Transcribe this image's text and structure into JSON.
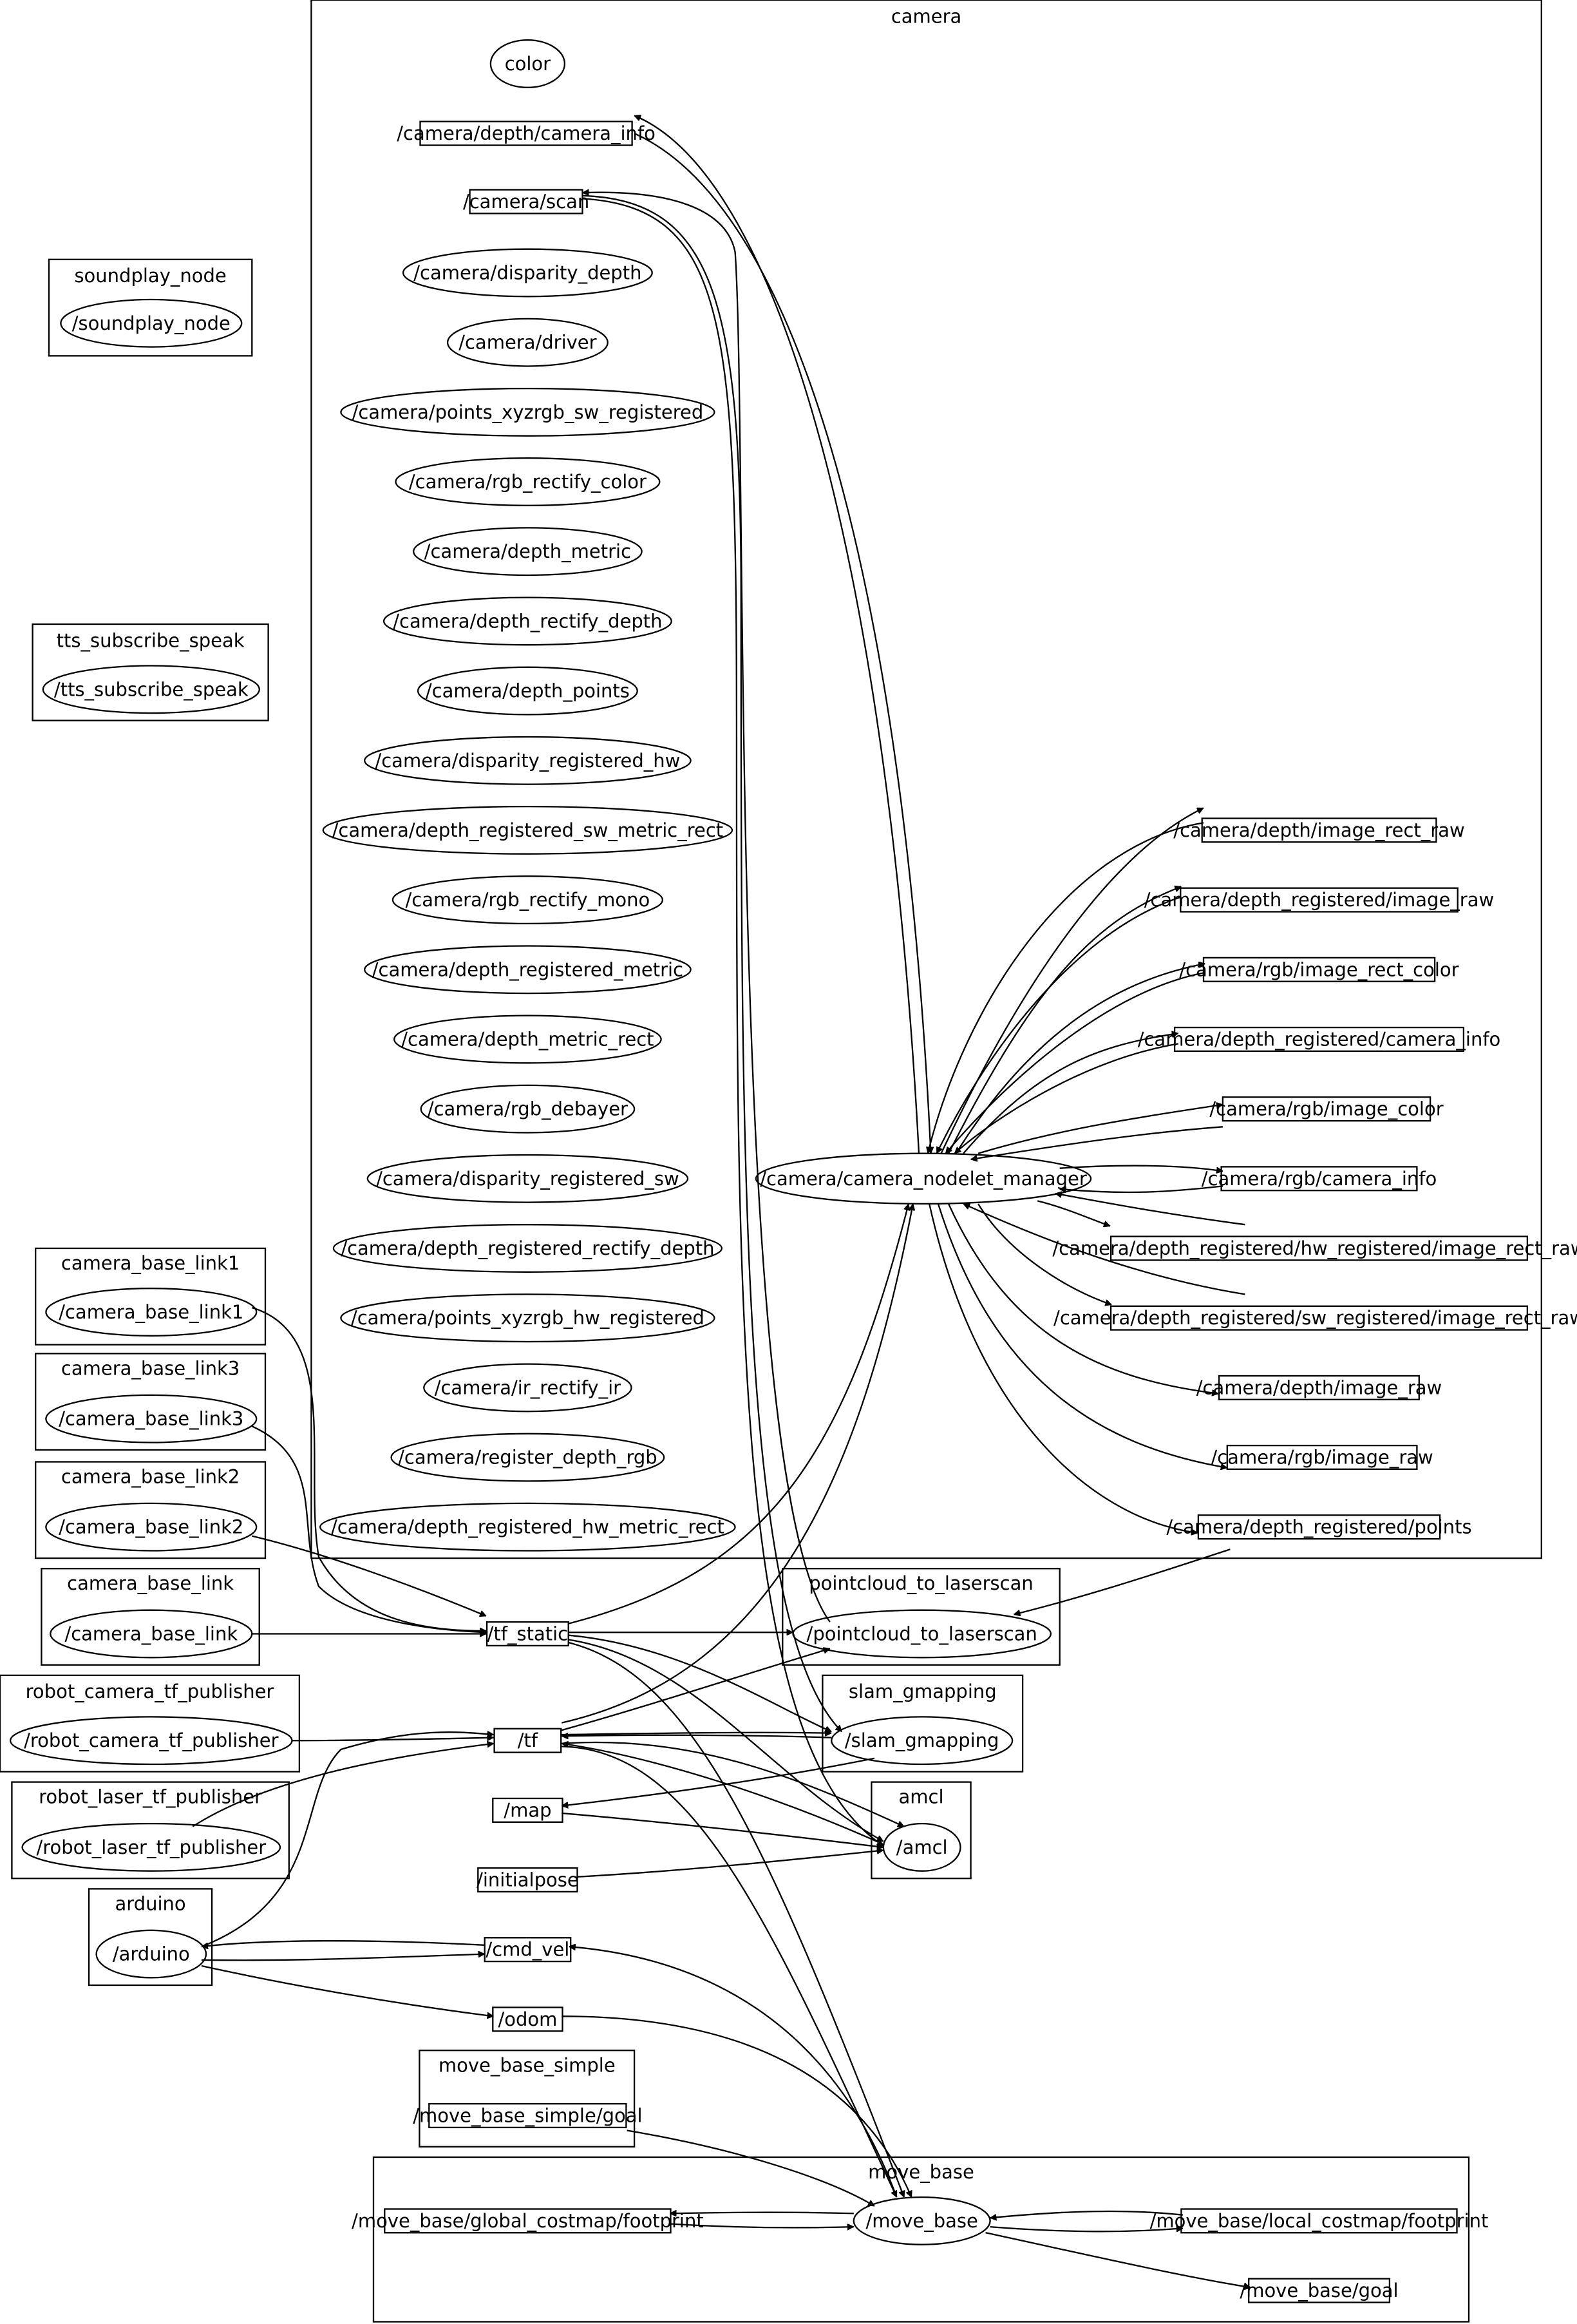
{
  "clusters": [
    {
      "id": "camera",
      "label": "camera"
    },
    {
      "id": "soundplay_node",
      "label": "soundplay_node"
    },
    {
      "id": "tts_subscribe_speak",
      "label": "tts_subscribe_speak"
    },
    {
      "id": "camera_base_link1",
      "label": "camera_base_link1"
    },
    {
      "id": "camera_base_link3",
      "label": "camera_base_link3"
    },
    {
      "id": "camera_base_link2",
      "label": "camera_base_link2"
    },
    {
      "id": "camera_base_link",
      "label": "camera_base_link"
    },
    {
      "id": "robot_camera_tf_publisher",
      "label": "robot_camera_tf_publisher"
    },
    {
      "id": "robot_laser_tf_publisher",
      "label": "robot_laser_tf_publisher"
    },
    {
      "id": "arduino",
      "label": "arduino"
    },
    {
      "id": "pointcloud_to_laserscan",
      "label": "pointcloud_to_laserscan"
    },
    {
      "id": "slam_gmapping",
      "label": "slam_gmapping"
    },
    {
      "id": "amcl",
      "label": "amcl"
    },
    {
      "id": "move_base_simple",
      "label": "move_base_simple"
    },
    {
      "id": "move_base",
      "label": "move_base"
    }
  ],
  "nodes": [
    {
      "id": "color",
      "label": "color",
      "kind": "node"
    },
    {
      "id": "depth_camera_info",
      "label": "/camera/depth/camera_info",
      "kind": "topic"
    },
    {
      "id": "camera_scan",
      "label": "/camera/scan",
      "kind": "topic"
    },
    {
      "id": "disparity_depth",
      "label": "/camera/disparity_depth",
      "kind": "node"
    },
    {
      "id": "camera_driver",
      "label": "/camera/driver",
      "kind": "node"
    },
    {
      "id": "points_xyzrgb_sw_registered",
      "label": "/camera/points_xyzrgb_sw_registered",
      "kind": "node"
    },
    {
      "id": "rgb_rectify_color",
      "label": "/camera/rgb_rectify_color",
      "kind": "node"
    },
    {
      "id": "depth_metric",
      "label": "/camera/depth_metric",
      "kind": "node"
    },
    {
      "id": "depth_rectify_depth",
      "label": "/camera/depth_rectify_depth",
      "kind": "node"
    },
    {
      "id": "depth_points",
      "label": "/camera/depth_points",
      "kind": "node"
    },
    {
      "id": "disparity_registered_hw",
      "label": "/camera/disparity_registered_hw",
      "kind": "node"
    },
    {
      "id": "depth_registered_sw_metric_rect",
      "label": "/camera/depth_registered_sw_metric_rect",
      "kind": "node"
    },
    {
      "id": "rgb_rectify_mono",
      "label": "/camera/rgb_rectify_mono",
      "kind": "node"
    },
    {
      "id": "depth_registered_metric",
      "label": "/camera/depth_registered_metric",
      "kind": "node"
    },
    {
      "id": "depth_metric_rect",
      "label": "/camera/depth_metric_rect",
      "kind": "node"
    },
    {
      "id": "rgb_debayer",
      "label": "/camera/rgb_debayer",
      "kind": "node"
    },
    {
      "id": "disparity_registered_sw",
      "label": "/camera/disparity_registered_sw",
      "kind": "node"
    },
    {
      "id": "depth_registered_rectify_depth",
      "label": "/camera/depth_registered_rectify_depth",
      "kind": "node"
    },
    {
      "id": "points_xyzrgb_hw_registered",
      "label": "/camera/points_xyzrgb_hw_registered",
      "kind": "node"
    },
    {
      "id": "ir_rectify_ir",
      "label": "/camera/ir_rectify_ir",
      "kind": "node"
    },
    {
      "id": "register_depth_rgb",
      "label": "/camera/register_depth_rgb",
      "kind": "node"
    },
    {
      "id": "depth_registered_hw_metric_rect",
      "label": "/camera/depth_registered_hw_metric_rect",
      "kind": "node"
    },
    {
      "id": "camera_nodelet_manager",
      "label": "/camera/camera_nodelet_manager",
      "kind": "node"
    },
    {
      "id": "depth_image_rect_raw",
      "label": "/camera/depth/image_rect_raw",
      "kind": "topic"
    },
    {
      "id": "depth_registered_image_raw",
      "label": "/camera/depth_registered/image_raw",
      "kind": "topic"
    },
    {
      "id": "rgb_image_rect_color",
      "label": "/camera/rgb/image_rect_color",
      "kind": "topic"
    },
    {
      "id": "depth_registered_camera_info",
      "label": "/camera/depth_registered/camera_info",
      "kind": "topic"
    },
    {
      "id": "rgb_image_color",
      "label": "/camera/rgb/image_color",
      "kind": "topic"
    },
    {
      "id": "rgb_camera_info",
      "label": "/camera/rgb/camera_info",
      "kind": "topic"
    },
    {
      "id": "hw_registered_image_rect_raw",
      "label": "/camera/depth_registered/hw_registered/image_rect_raw",
      "kind": "topic"
    },
    {
      "id": "sw_registered_image_rect_raw",
      "label": "/camera/depth_registered/sw_registered/image_rect_raw",
      "kind": "topic"
    },
    {
      "id": "depth_image_raw",
      "label": "/camera/depth/image_raw",
      "kind": "topic"
    },
    {
      "id": "rgb_image_raw",
      "label": "/camera/rgb/image_raw",
      "kind": "topic"
    },
    {
      "id": "depth_registered_points",
      "label": "/camera/depth_registered/points",
      "kind": "topic"
    },
    {
      "id": "soundplay_node",
      "label": "/soundplay_node",
      "kind": "node"
    },
    {
      "id": "tts_subscribe_speak",
      "label": "/tts_subscribe_speak",
      "kind": "node"
    },
    {
      "id": "camera_base_link1",
      "label": "/camera_base_link1",
      "kind": "node"
    },
    {
      "id": "camera_base_link3",
      "label": "/camera_base_link3",
      "kind": "node"
    },
    {
      "id": "camera_base_link2",
      "label": "/camera_base_link2",
      "kind": "node"
    },
    {
      "id": "camera_base_link",
      "label": "/camera_base_link",
      "kind": "node"
    },
    {
      "id": "robot_camera_tf_publisher",
      "label": "/robot_camera_tf_publisher",
      "kind": "node"
    },
    {
      "id": "robot_laser_tf_publisher",
      "label": "/robot_laser_tf_publisher",
      "kind": "node"
    },
    {
      "id": "arduino",
      "label": "/arduino",
      "kind": "node"
    },
    {
      "id": "tf_static",
      "label": "/tf_static",
      "kind": "topic"
    },
    {
      "id": "tf",
      "label": "/tf",
      "kind": "topic"
    },
    {
      "id": "map",
      "label": "/map",
      "kind": "topic"
    },
    {
      "id": "initialpose",
      "label": "/initialpose",
      "kind": "topic"
    },
    {
      "id": "cmd_vel",
      "label": "/cmd_vel",
      "kind": "topic"
    },
    {
      "id": "odom",
      "label": "/odom",
      "kind": "topic"
    },
    {
      "id": "pointcloud_to_laserscan",
      "label": "/pointcloud_to_laserscan",
      "kind": "node"
    },
    {
      "id": "slam_gmapping",
      "label": "/slam_gmapping",
      "kind": "node"
    },
    {
      "id": "amcl",
      "label": "/amcl",
      "kind": "node"
    },
    {
      "id": "move_base_simple_goal",
      "label": "/move_base_simple/goal",
      "kind": "topic"
    },
    {
      "id": "move_base",
      "label": "/move_base",
      "kind": "node"
    },
    {
      "id": "global_costmap_footprint",
      "label": "/move_base/global_costmap/footprint",
      "kind": "topic"
    },
    {
      "id": "local_costmap_footprint",
      "label": "/move_base/local_costmap/footprint",
      "kind": "topic"
    },
    {
      "id": "move_base_goal",
      "label": "/move_base/goal",
      "kind": "topic"
    }
  ],
  "edges": [
    {
      "from": "camera_nodelet_manager",
      "to": "depth_camera_info"
    },
    {
      "from": "depth_camera_info",
      "to": "camera_nodelet_manager"
    },
    {
      "from": "pointcloud_to_laserscan",
      "to": "camera_scan"
    },
    {
      "from": "camera_scan",
      "to": "slam_gmapping"
    },
    {
      "from": "camera_scan",
      "to": "amcl"
    },
    {
      "from": "camera_nodelet_manager",
      "to": "depth_image_rect_raw"
    },
    {
      "from": "depth_image_rect_raw",
      "to": "camera_nodelet_manager"
    },
    {
      "from": "camera_nodelet_manager",
      "to": "depth_registered_image_raw"
    },
    {
      "from": "depth_registered_image_raw",
      "to": "camera_nodelet_manager"
    },
    {
      "from": "camera_nodelet_manager",
      "to": "rgb_image_rect_color"
    },
    {
      "from": "rgb_image_rect_color",
      "to": "camera_nodelet_manager"
    },
    {
      "from": "camera_nodelet_manager",
      "to": "depth_registered_camera_info"
    },
    {
      "from": "depth_registered_camera_info",
      "to": "camera_nodelet_manager"
    },
    {
      "from": "camera_nodelet_manager",
      "to": "rgb_image_color"
    },
    {
      "from": "rgb_image_color",
      "to": "camera_nodelet_manager"
    },
    {
      "from": "camera_nodelet_manager",
      "to": "rgb_camera_info"
    },
    {
      "from": "rgb_camera_info",
      "to": "camera_nodelet_manager"
    },
    {
      "from": "camera_nodelet_manager",
      "to": "hw_registered_image_rect_raw"
    },
    {
      "from": "hw_registered_image_rect_raw",
      "to": "camera_nodelet_manager"
    },
    {
      "from": "camera_nodelet_manager",
      "to": "sw_registered_image_rect_raw"
    },
    {
      "from": "sw_registered_image_rect_raw",
      "to": "camera_nodelet_manager"
    },
    {
      "from": "camera_nodelet_manager",
      "to": "depth_image_raw"
    },
    {
      "from": "camera_nodelet_manager",
      "to": "rgb_image_raw"
    },
    {
      "from": "camera_nodelet_manager",
      "to": "depth_registered_points"
    },
    {
      "from": "depth_registered_points",
      "to": "pointcloud_to_laserscan"
    },
    {
      "from": "camera_base_link1",
      "to": "tf_static"
    },
    {
      "from": "camera_base_link3",
      "to": "tf_static"
    },
    {
      "from": "camera_base_link2",
      "to": "tf_static"
    },
    {
      "from": "camera_base_link",
      "to": "tf_static"
    },
    {
      "from": "tf_static",
      "to": "camera_nodelet_manager"
    },
    {
      "from": "tf_static",
      "to": "pointcloud_to_laserscan"
    },
    {
      "from": "tf_static",
      "to": "slam_gmapping"
    },
    {
      "from": "tf_static",
      "to": "amcl"
    },
    {
      "from": "tf_static",
      "to": "move_base"
    },
    {
      "from": "robot_camera_tf_publisher",
      "to": "tf"
    },
    {
      "from": "robot_laser_tf_publisher",
      "to": "tf"
    },
    {
      "from": "arduino",
      "to": "tf"
    },
    {
      "from": "slam_gmapping",
      "to": "tf"
    },
    {
      "from": "amcl",
      "to": "tf"
    },
    {
      "from": "tf",
      "to": "camera_nodelet_manager"
    },
    {
      "from": "tf",
      "to": "pointcloud_to_laserscan"
    },
    {
      "from": "tf",
      "to": "slam_gmapping"
    },
    {
      "from": "tf",
      "to": "amcl"
    },
    {
      "from": "tf",
      "to": "move_base"
    },
    {
      "from": "slam_gmapping",
      "to": "map"
    },
    {
      "from": "map",
      "to": "amcl"
    },
    {
      "from": "initialpose",
      "to": "amcl"
    },
    {
      "from": "move_base",
      "to": "cmd_vel"
    },
    {
      "from": "cmd_vel",
      "to": "arduino"
    },
    {
      "from": "arduino",
      "to": "cmd_vel"
    },
    {
      "from": "arduino",
      "to": "odom"
    },
    {
      "from": "odom",
      "to": "move_base"
    },
    {
      "from": "move_base_simple_goal",
      "to": "move_base"
    },
    {
      "from": "move_base",
      "to": "global_costmap_footprint"
    },
    {
      "from": "global_costmap_footprint",
      "to": "move_base"
    },
    {
      "from": "move_base",
      "to": "local_costmap_footprint"
    },
    {
      "from": "local_costmap_footprint",
      "to": "move_base"
    },
    {
      "from": "move_base",
      "to": "move_base_goal"
    }
  ]
}
